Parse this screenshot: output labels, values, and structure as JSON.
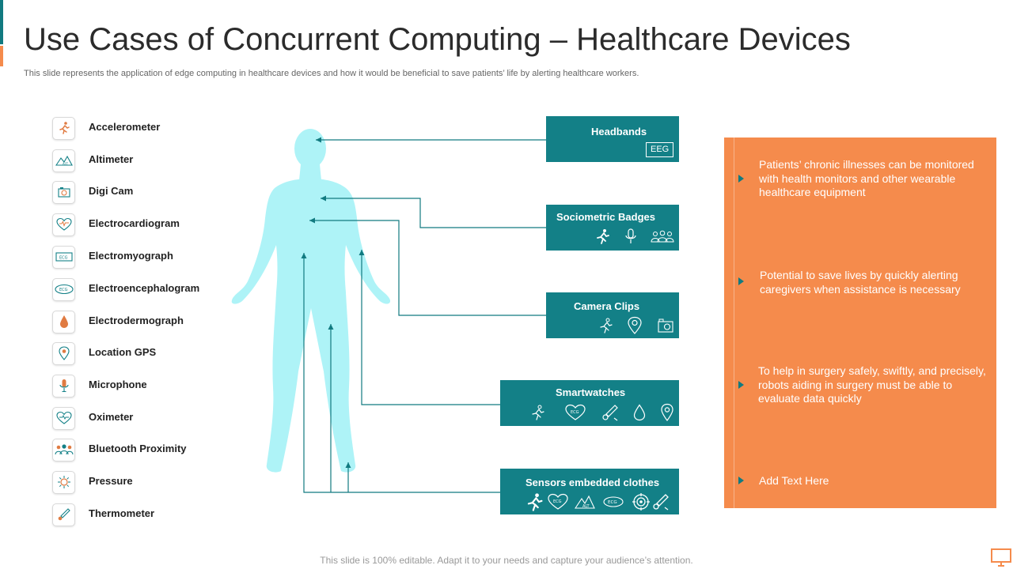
{
  "title": "Use Cases of Concurrent Computing – Healthcare Devices",
  "subtitle": "This slide represents the application of edge computing in healthcare devices and how it would be beneficial to save patients’ life by alerting healthcare workers.",
  "sensors": [
    {
      "label": "Accelerometer",
      "icon": "running-person-icon"
    },
    {
      "label": "Altimeter",
      "icon": "altimeter-icon"
    },
    {
      "label": "Digi Cam",
      "icon": "camera-icon"
    },
    {
      "label": "Electrocardiogram",
      "icon": "heart-ecg-icon"
    },
    {
      "label": "Electromyograph",
      "icon": "ecg-monitor-icon"
    },
    {
      "label": "Electroencephalogram",
      "icon": "ecg-oval-icon"
    },
    {
      "label": "Electrodermograph",
      "icon": "drop-icon"
    },
    {
      "label": "Location GPS",
      "icon": "location-pin-icon"
    },
    {
      "label": "Microphone",
      "icon": "microphone-icon"
    },
    {
      "label": "Oximeter",
      "icon": "heart-icon"
    },
    {
      "label": "Bluetooth Proximity",
      "icon": "people-group-icon"
    },
    {
      "label": "Pressure",
      "icon": "pressure-icon"
    },
    {
      "label": "Thermometer",
      "icon": "thermometer-icon"
    }
  ],
  "devices": {
    "headbands": {
      "title": "Headbands",
      "tag": "EEG"
    },
    "badges": {
      "title": "Sociometric Badges"
    },
    "camera": {
      "title": "Camera Clips"
    },
    "watches": {
      "title": "Smartwatches"
    },
    "clothes": {
      "title": "Sensors embedded clothes"
    }
  },
  "icon_text": {
    "ecg": "ECG",
    "alt": "ALT"
  },
  "info_items": [
    "Patients’ chronic illnesses can be monitored with health monitors and other wearable healthcare equipment",
    "Potential to save lives by quickly alerting caregivers when assistance is necessary",
    "To help in surgery safely, swiftly, and precisely, robots aiding in surgery must be able to evaluate data quickly",
    "Add Text Here"
  ],
  "footer": "This slide is 100% editable. Adapt it to your needs and capture your audience’s attention.",
  "colors": {
    "teal": "#138087",
    "orange": "#f58b4c",
    "body": "#aef3f7"
  }
}
